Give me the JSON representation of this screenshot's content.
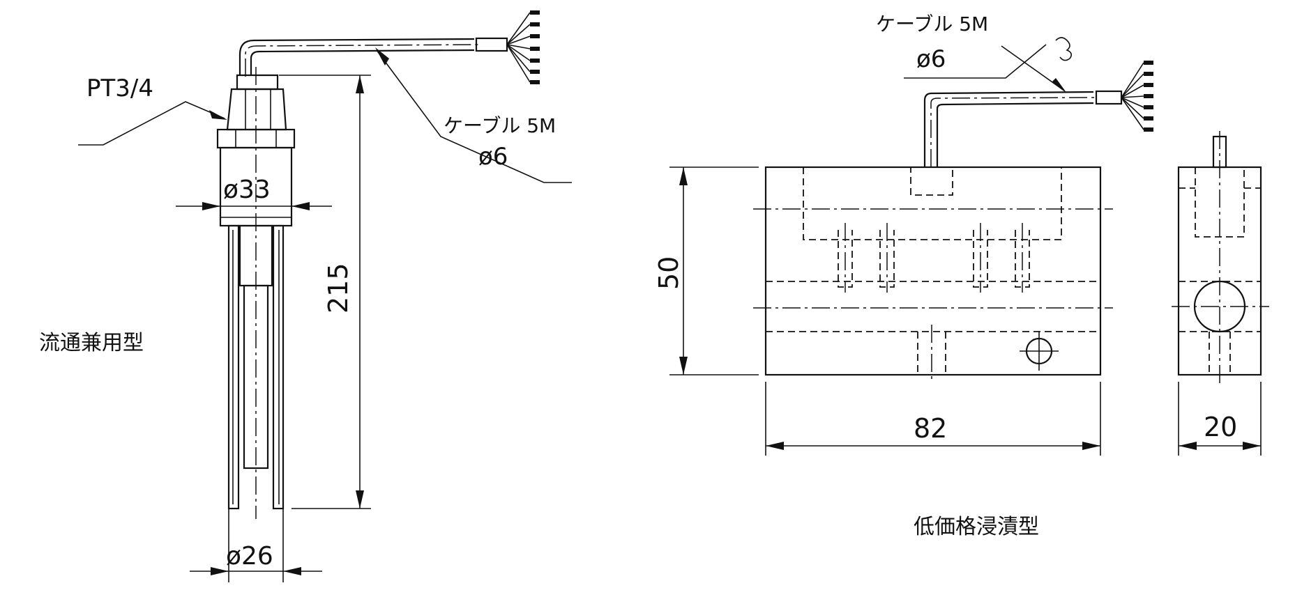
{
  "left_drawing": {
    "thread_label": "PT3/4",
    "cable_label": "ケーブル 5M",
    "cable_diameter": "ø6",
    "body_diameter": "ø33",
    "height": "215",
    "base_diameter": "ø26",
    "type_label": "流通兼用型"
  },
  "right_drawing": {
    "cable_label": "ケーブル 5M",
    "cable_diameter": "ø6",
    "height": "50",
    "width": "82",
    "depth": "20",
    "type_label": "低価格浸漬型"
  },
  "colors": {
    "line": "#111111",
    "background": "#ffffff"
  }
}
